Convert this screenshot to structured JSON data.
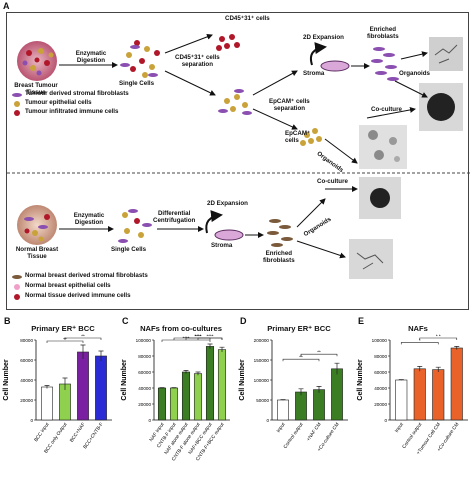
{
  "panelA": {
    "letter": "A",
    "top": {
      "start_label": "Breast Tumour\nTissue",
      "step1": "Enzymatic\nDigestion",
      "single_cells": "Single Cells",
      "cd45": "CD45⁺31⁺ cells",
      "cd45_sep": "CD45⁺31⁺ cells\nseparation",
      "expansion": "2D Expansion",
      "stroma": "Stroma",
      "enriched": "Enriched\nfibroblasts",
      "organoids_label": "Organoids",
      "epcam_sep": "EpCAM⁺ cells\nseparation",
      "epcam_cells": "EpCAM⁺\ncells",
      "coculture": "Co-culture",
      "organoids_diag": "Organoids",
      "legend": [
        "Tumour derived stromal fibroblasts",
        "Tumour epithelial cells",
        "Tumour infiltrated immune cells"
      ]
    },
    "bottom": {
      "start_label": "Normal Breast\nTissue",
      "step1": "Enzymatic\nDigestion",
      "single_cells": "Single Cells",
      "diff": "Differential\nCentrifugation",
      "expansion": "2D Expansion",
      "stroma": "Stroma",
      "enriched": "Enriched\nfibroblasts",
      "organoids_diag": "Organoids",
      "coculture": "Co-culture",
      "legend": [
        "Normal breast derived stromal fibroblasts",
        "Normal breast epithelial cells",
        "Normal tissue derived immune cells"
      ]
    }
  },
  "colors": {
    "fibroblast": "#8a4fb0",
    "epithelial": "#c9a23a",
    "immune": "#b0182a",
    "white_bar": "#ffffff",
    "lightgreen": "#8fd14f",
    "darkgreen": "#3b7d23",
    "purple_b": "#7a1fa2",
    "blue_b": "#2b2bd6",
    "orange_e": "#e8622a"
  },
  "chart_data": [
    {
      "letter": "B",
      "type": "bar",
      "title": "Primary ER⁺ BCC",
      "ylabel": "Cell Number",
      "ylim": [
        0,
        80000
      ],
      "yticks": [
        "0",
        "20000",
        "40000",
        "60000",
        "80000"
      ],
      "categories": [
        "BCC input",
        "BCC only Output",
        "BCC+NAF",
        "BCC+CNTB-F"
      ],
      "values": [
        33000,
        36000,
        68000,
        64000
      ],
      "errors": [
        1500,
        6000,
        7000,
        5000
      ],
      "colors": [
        "#ffffff",
        "#8fd14f",
        "#7a1fa2",
        "#2b2bd6"
      ],
      "significance": [
        "**",
        "**"
      ]
    },
    {
      "letter": "C",
      "type": "bar",
      "title": "NAFs from co-cultures",
      "ylabel": "Cell Number",
      "ylim": [
        0,
        100000
      ],
      "yticks": [
        "0",
        "20000",
        "40000",
        "60000",
        "80000",
        "100000"
      ],
      "categories": [
        "NAF Input",
        "CNTB-F input",
        "NAF alone output",
        "CNTB-F alone output",
        "NAF+BCC output",
        "CNTB-F+BCC output"
      ],
      "values": [
        40000,
        40000,
        60000,
        58000,
        92000,
        88000
      ],
      "errors": [
        500,
        500,
        2000,
        2000,
        3000,
        3000
      ],
      "colors": [
        "#3b7d23",
        "#8fd14f",
        "#3b7d23",
        "#8fd14f",
        "#3b7d23",
        "#8fd14f"
      ],
      "significance": [
        "****",
        "****",
        "****",
        "****"
      ]
    },
    {
      "letter": "D",
      "type": "bar",
      "title": "Primary ER⁺ BCC",
      "ylabel": "Cell Number",
      "ylim": [
        0,
        200000
      ],
      "yticks": [
        "0",
        "50000",
        "100000",
        "150000",
        "200000"
      ],
      "categories": [
        "Input",
        "Control output",
        "+NAF CM",
        "+Co-culture CM"
      ],
      "values": [
        50000,
        70000,
        76000,
        128000
      ],
      "errors": [
        1000,
        8000,
        8000,
        14000
      ],
      "colors": [
        "#ffffff",
        "#3b7d23",
        "#3b7d23",
        "#3b7d23"
      ],
      "significance": [
        "**",
        "**"
      ]
    },
    {
      "letter": "E",
      "type": "bar",
      "title": "NAFs",
      "ylabel": "Cell Number",
      "ylim": [
        0,
        100000
      ],
      "yticks": [
        "0",
        "20000",
        "40000",
        "60000",
        "80000",
        "100000"
      ],
      "categories": [
        "Input",
        "Control output",
        "+Tumour Cell CM",
        "+Co-culture CM"
      ],
      "values": [
        50000,
        64000,
        63000,
        90000
      ],
      "errors": [
        500,
        3000,
        3000,
        2000
      ],
      "colors": [
        "#ffffff",
        "#e8622a",
        "#e8622a",
        "#e8622a"
      ],
      "significance": [
        "*",
        "* *"
      ]
    }
  ]
}
